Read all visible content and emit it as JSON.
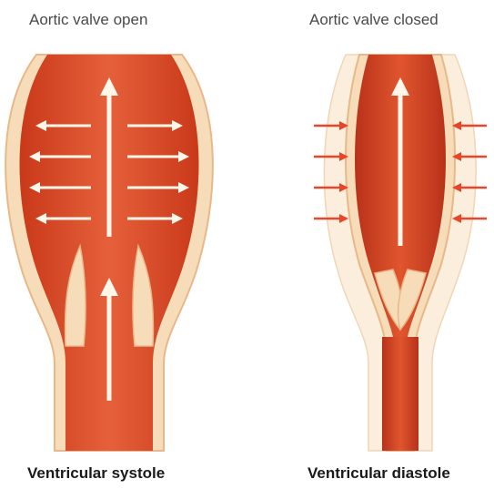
{
  "labels": {
    "left_top": "Aortic valve open",
    "right_top": "Aortic valve closed",
    "left_bottom": "Ventricular systole",
    "right_bottom": "Ventricular diastole"
  },
  "colors": {
    "wall": "#f6dcb8",
    "wall_edge": "#e8b88a",
    "blood_dark": "#c83a1a",
    "blood_mid": "#e0552e",
    "blood_light": "#ea7a4d",
    "arrow_white": "#fff6ea",
    "arrow_red": "#e8462a"
  }
}
